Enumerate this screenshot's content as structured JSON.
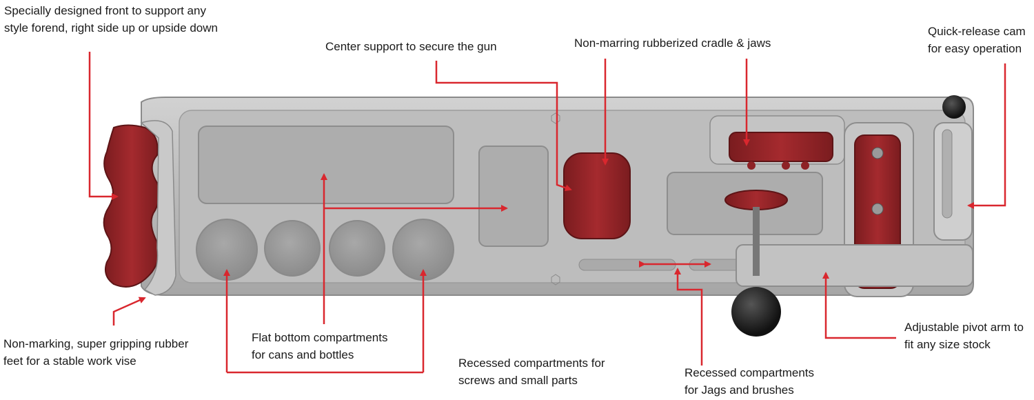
{
  "callouts": {
    "front": "Specially designed front to support any\nstyle forend, right side up or upside down",
    "center_support": "Center support to secure the gun",
    "cradle": "Non-marring rubberized cradle & jaws",
    "cam": "Quick-release cam\nfor easy operation",
    "feet": "Non-marking, super gripping rubber\nfeet for a stable work vise",
    "flat_bottom": "Flat bottom compartments\nfor cans and bottles",
    "recessed_screws": "Recessed compartments for\nscrews and small parts",
    "recessed_jags": "Recessed compartments\nfor Jags and brushes",
    "pivot_arm": "Adjustable pivot arm to\nfit any size stock"
  },
  "colors": {
    "arrow": "#d9272e",
    "rubber": "#8e2226",
    "body": "#b8b8b8",
    "knob": "#1c1c1c"
  }
}
